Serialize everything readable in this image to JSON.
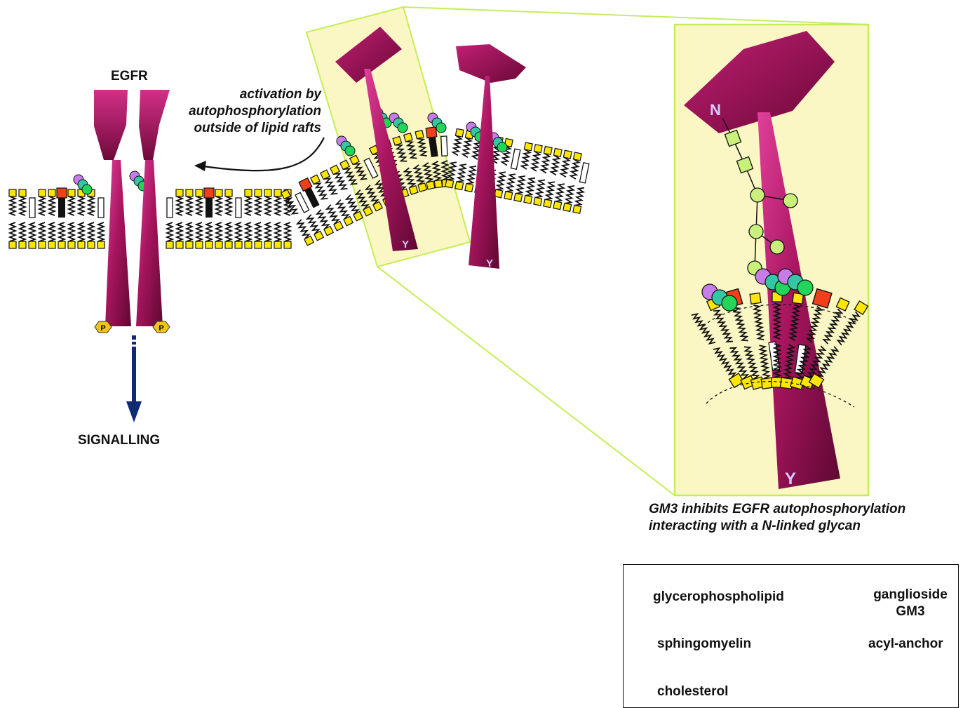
{
  "labels": {
    "egfr": "EGFR",
    "activation_line1": "activation by",
    "activation_line2": "autophosphorylation",
    "activation_line3": "outside of lipid rafts",
    "signalling": "SIGNALLING",
    "inset_caption_line1": "GM3 inhibits EGFR autophosphorylation",
    "inset_caption_line2": "interacting with a N-linked glycan",
    "phospho_mark": "P",
    "tyrosine_mark": "Y",
    "n_terminus_mark": "N"
  },
  "legend": {
    "items": [
      {
        "key": "glycerophospholipid",
        "label": "glycerophospholipid"
      },
      {
        "key": "sphingomyelin",
        "label": "sphingomyelin"
      },
      {
        "key": "cholesterol",
        "label": "cholesterol"
      },
      {
        "key": "ganglioside",
        "label_line1": "ganglioside",
        "label_line2": "GM3"
      },
      {
        "key": "acyl-anchor",
        "label": "acyl-anchor"
      }
    ]
  },
  "colors": {
    "receptor": "#a8155f",
    "receptor_dark": "#6e0a3a",
    "lipid_head": "#ffe600",
    "sphingomyelin_head": "#f0401a",
    "gm3_violet": "#c77ce8",
    "gm3_teal": "#34c7a5",
    "gm3_green": "#22d65a",
    "glycan": "#c8f07a",
    "inset_fill": "#fbf7c4",
    "inset_border": "#c4ee57",
    "signal_arrow": "#0d2a73",
    "acyl_anchor": "#4a9a1a"
  },
  "icons": [
    "glycerophospholipid-icon",
    "sphingomyelin-icon",
    "cholesterol-icon",
    "ganglioside-gm3-icon",
    "acyl-anchor-icon",
    "phosphate-icon",
    "curved-arrow-icon",
    "signalling-arrow-icon"
  ]
}
